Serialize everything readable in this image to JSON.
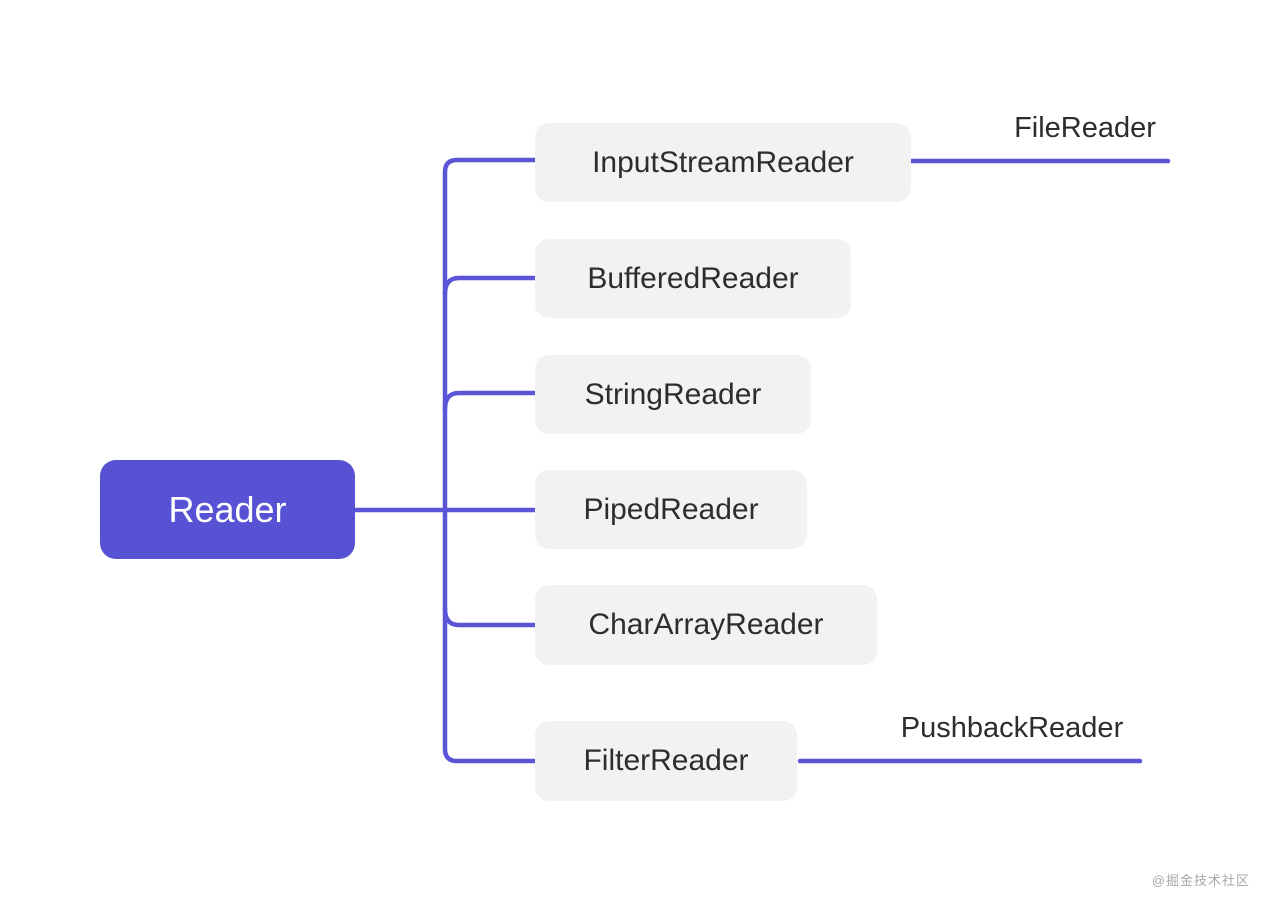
{
  "diagram": {
    "root": {
      "label": "Reader"
    },
    "children": [
      {
        "label": "InputStreamReader",
        "children": [
          {
            "label": "FileReader"
          }
        ]
      },
      {
        "label": "BufferedReader"
      },
      {
        "label": "StringReader"
      },
      {
        "label": "PipedReader"
      },
      {
        "label": "CharArrayReader"
      },
      {
        "label": "FilterReader",
        "children": [
          {
            "label": "PushbackReader"
          }
        ]
      }
    ]
  },
  "watermark": "@掘金技术社区",
  "colors": {
    "root_node_fill": "#5752d3",
    "root_node_text": "#ffffff",
    "child_node_fill": "#f2f2f2",
    "child_node_text": "#2d2d2d",
    "connector": "#5b54d6",
    "watermark_text": "#a9a9a9",
    "background": "#ffffff"
  }
}
